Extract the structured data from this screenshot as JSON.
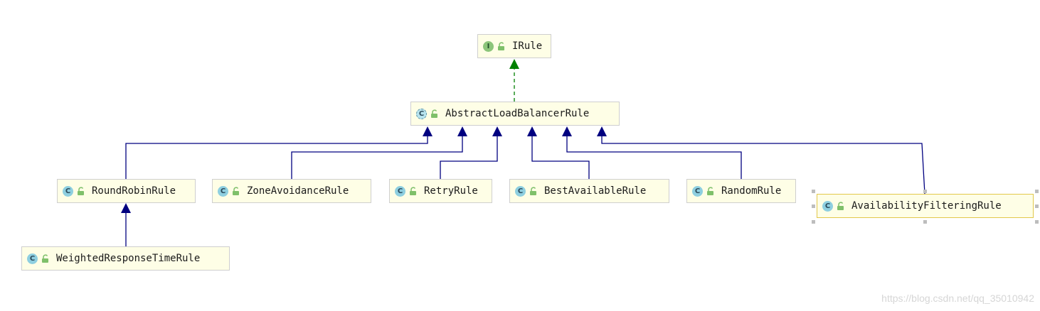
{
  "colors": {
    "inherit_edge": "#000080",
    "implement_edge": "#008000",
    "node_fill": "#fefee6",
    "node_border": "#cfcfcf",
    "selected_border": "#e2c84a"
  },
  "nodes": {
    "irule": {
      "name": "IRule",
      "kind_badge": "I",
      "kind": "interface"
    },
    "abstract": {
      "name": "AbstractLoadBalancerRule",
      "kind_badge": "C",
      "kind": "abstract-class"
    },
    "roundrobin": {
      "name": "RoundRobinRule",
      "kind_badge": "C",
      "kind": "class"
    },
    "zone": {
      "name": "ZoneAvoidanceRule",
      "kind_badge": "C",
      "kind": "class"
    },
    "retry": {
      "name": "RetryRule",
      "kind_badge": "C",
      "kind": "class"
    },
    "best": {
      "name": "BestAvailableRule",
      "kind_badge": "C",
      "kind": "class"
    },
    "random": {
      "name": "RandomRule",
      "kind_badge": "C",
      "kind": "class"
    },
    "availability": {
      "name": "AvailabilityFilteringRule",
      "kind_badge": "C",
      "kind": "class",
      "selected": true
    },
    "weighted": {
      "name": "WeightedResponseTimeRule",
      "kind_badge": "C",
      "kind": "class"
    }
  },
  "edges": [
    {
      "from": "abstract",
      "to": "irule",
      "type": "implements"
    },
    {
      "from": "roundrobin",
      "to": "abstract",
      "type": "extends"
    },
    {
      "from": "zone",
      "to": "abstract",
      "type": "extends"
    },
    {
      "from": "retry",
      "to": "abstract",
      "type": "extends"
    },
    {
      "from": "best",
      "to": "abstract",
      "type": "extends"
    },
    {
      "from": "random",
      "to": "abstract",
      "type": "extends"
    },
    {
      "from": "availability",
      "to": "abstract",
      "type": "extends"
    },
    {
      "from": "weighted",
      "to": "roundrobin",
      "type": "extends"
    }
  ],
  "watermark": "https://blog.csdn.net/qq_35010942"
}
